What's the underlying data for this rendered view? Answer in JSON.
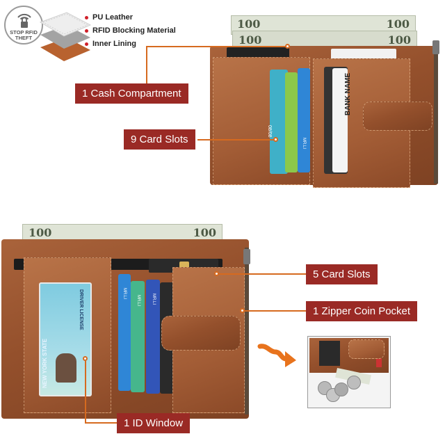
{
  "badge": {
    "text": "STOP RFID THEFT",
    "icon": "lock-wifi-icon"
  },
  "layers": [
    {
      "label": "PU Leather",
      "color": "#e8e8e8"
    },
    {
      "label": "RFID Blocking Material",
      "color": "#a0a0a0"
    },
    {
      "label": "Inner Lining",
      "color": "#b8622f"
    }
  ],
  "top_callouts": {
    "cash": "1 Cash Compartment",
    "cards": "9 Card Slots"
  },
  "bottom_callouts": {
    "card_slots": "5 Card Slots",
    "zipper": "1 Zipper Coin Pocket",
    "id_window": "1 ID Window"
  },
  "banknote": {
    "denomination": "100"
  },
  "card_texts": {
    "bank_name": "BANK NAME",
    "card_holder": "MR.LI",
    "card_number_fragment": "08/08"
  },
  "id_card": {
    "header": "DRIVER LICENSE",
    "state": "NEW YORK STATE"
  },
  "colors": {
    "label_bg": "#9a2a25",
    "leader": "#d66a1f",
    "leather": "#94502c"
  }
}
